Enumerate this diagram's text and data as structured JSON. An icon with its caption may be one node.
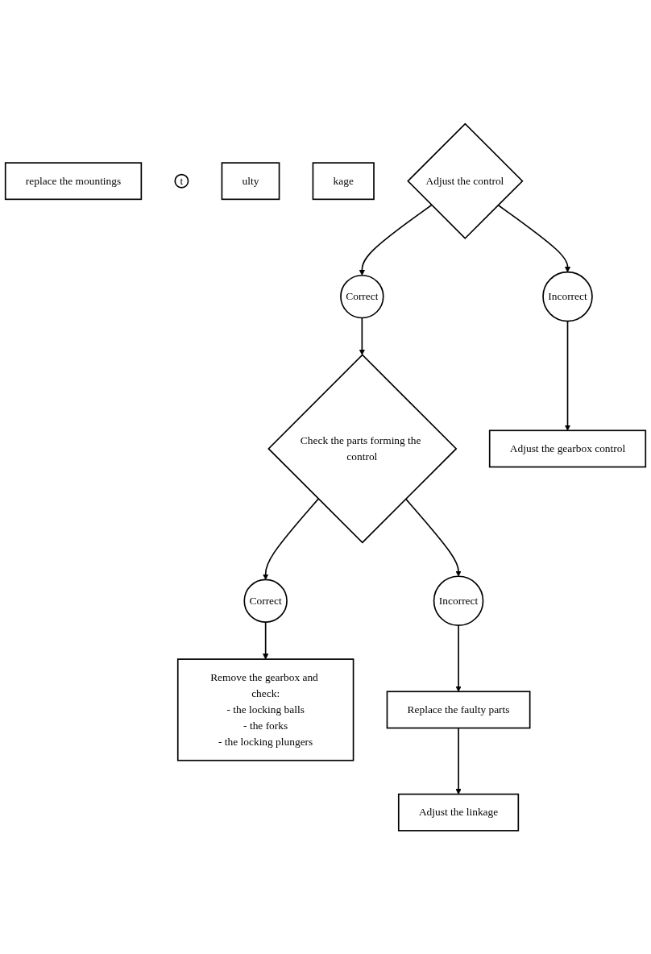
{
  "diagram": {
    "nodes": [
      {
        "text": [
          "replace the mountings"
        ]
      },
      {
        "text": [
          "t"
        ]
      },
      {
        "text": [
          "ulty"
        ]
      },
      {
        "text": [
          "kage"
        ]
      },
      {
        "text": [
          "Adjust the control"
        ]
      },
      {
        "text": [
          "Correct"
        ]
      },
      {
        "text": [
          "Incorrect"
        ]
      },
      {
        "text": [
          "Check the parts forming the control"
        ]
      },
      {
        "text": [
          "Adjust the gearbox control"
        ]
      },
      {
        "text": [
          "Correct"
        ]
      },
      {
        "text": [
          "Incorrect"
        ]
      },
      {
        "text": [
          "Remove the gearbox and check:",
          "- the locking balls",
          "- the forks",
          "- the locking plungers"
        ]
      },
      {
        "text": [
          "Replace the faulty parts"
        ]
      },
      {
        "text": [
          "Adjust the linkage"
        ]
      }
    ],
    "edges": [
      {
        "from": 4,
        "to": 5,
        "arrow": "to"
      },
      {
        "from": 4,
        "to": 6,
        "arrow": "to"
      },
      {
        "from": 5,
        "to": 7,
        "arrow": "to"
      },
      {
        "from": 6,
        "to": 8,
        "arrow": "to"
      },
      {
        "from": 7,
        "to": 9,
        "arrow": "to"
      },
      {
        "from": 7,
        "to": 10,
        "arrow": "to"
      },
      {
        "from": 9,
        "to": 11,
        "arrow": "to"
      },
      {
        "from": 10,
        "to": 12,
        "arrow": "to"
      },
      {
        "from": 12,
        "to": 13,
        "arrow": "to"
      }
    ]
  }
}
